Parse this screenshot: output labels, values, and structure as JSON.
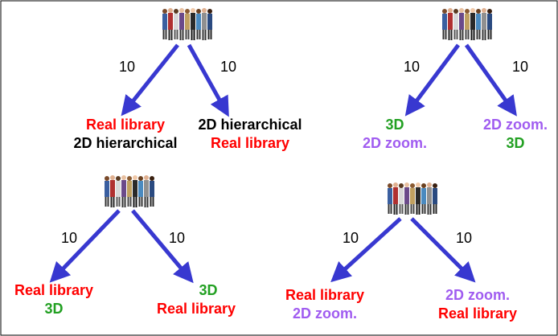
{
  "colors": {
    "arrow": "#3838d0",
    "red": "#ff0000",
    "black": "#000000",
    "green": "#22a022",
    "purple": "#a05cf0"
  },
  "icon": "group-of-people-icon",
  "diagrams": [
    {
      "left_count": "10",
      "right_count": "10",
      "left_first": "Real library",
      "left_second": "2D hierarchical",
      "right_first": "2D hierarchical",
      "right_second": "Real library"
    },
    {
      "left_count": "10",
      "right_count": "10",
      "left_first": "3D",
      "left_second": "2D zoom.",
      "right_first": "2D zoom.",
      "right_second": "3D"
    },
    {
      "left_count": "10",
      "right_count": "10",
      "left_first": "Real library",
      "left_second": "3D",
      "right_first": "3D",
      "right_second": "Real library"
    },
    {
      "left_count": "10",
      "right_count": "10",
      "left_first": "Real library",
      "left_second": "2D zoom.",
      "right_first": "2D zoom.",
      "right_second": "Real library"
    }
  ]
}
